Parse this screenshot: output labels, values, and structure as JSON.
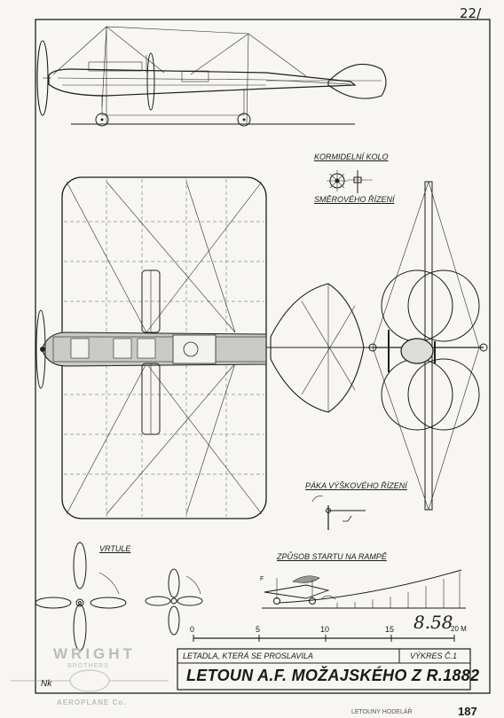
{
  "sheet": {
    "page_number": "22/",
    "footer_page": "187",
    "footer_text": "LETOUNY HODELÁŘ"
  },
  "labels": {
    "rudder_wheel": "KORMIDELNÍ KOLO",
    "rudder_wheel_sub": "SMĚROVÉHO ŘÍZENÍ",
    "elevator_lever": "PÁKA VÝŠKOVÉHO ŘÍZENÍ",
    "propellers": "VRTULE",
    "launch_method": "ZPŮSOB STARTU NA RAMPĚ",
    "launch_mark": "F"
  },
  "scale": {
    "ticks": [
      "0",
      "5",
      "10",
      "15"
    ],
    "end_label": "20 M",
    "handwritten": "8.58"
  },
  "title_block": {
    "series": "LETADLA, KTERÁ SE PROSLAVILA",
    "sheet_no": "VÝKRES Č.1",
    "title": "LETOUN A.F. MOŽAJSKÉHO Z R.1882"
  },
  "watermark": {
    "line1": "WRIGHT",
    "line2": "BROTHERS",
    "line3": "AEROPLANE Co."
  },
  "signature": "Nk"
}
